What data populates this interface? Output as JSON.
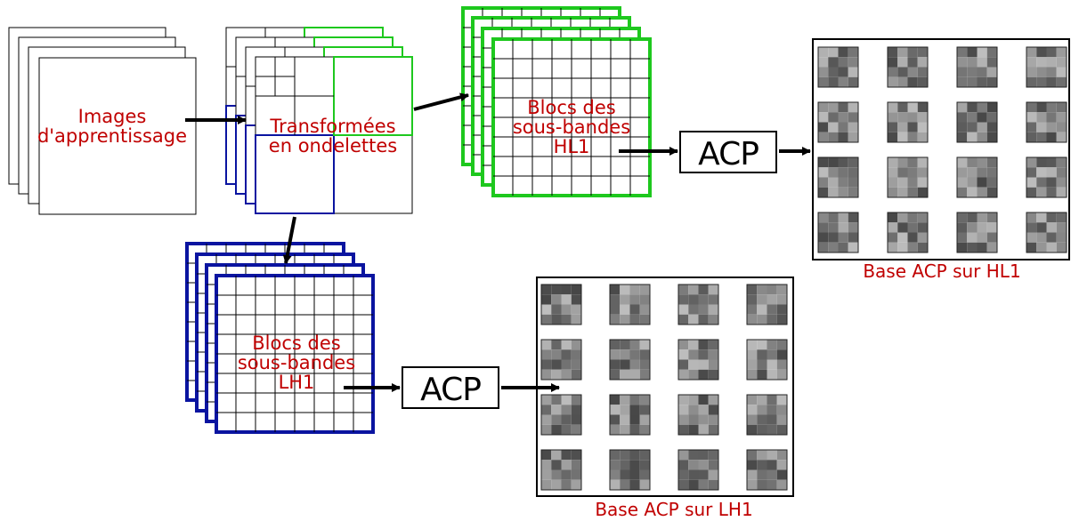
{
  "labels": {
    "images_line1": "Images",
    "images_line2": "d'apprentissage",
    "transform_line1": "Transformées",
    "transform_line2": "en ondelettes",
    "hl1_line1": "Blocs des",
    "hl1_line2": "sous-bandes",
    "hl1_line3": "HL1",
    "lh1_line1": "Blocs des",
    "lh1_line2": "sous-bandes",
    "lh1_line3": "LH1",
    "acp_top": "ACP",
    "acp_bottom": "ACP",
    "base_hl1": "Base ACP sur HL1",
    "base_lh1": "Base ACP sur LH1"
  },
  "colors": {
    "label": "#c00000",
    "green": "#1ec81e",
    "blue": "#0a14a0",
    "black": "#000000"
  },
  "icons": {
    "training_images": "stacked-pages-icon",
    "wavelet": "wavelet-decomposition-icon",
    "hl1_blocks": "green-grid-stack-icon",
    "lh1_blocks": "blue-grid-stack-icon",
    "pca_basis": "pca-basis-tiles-icon"
  }
}
